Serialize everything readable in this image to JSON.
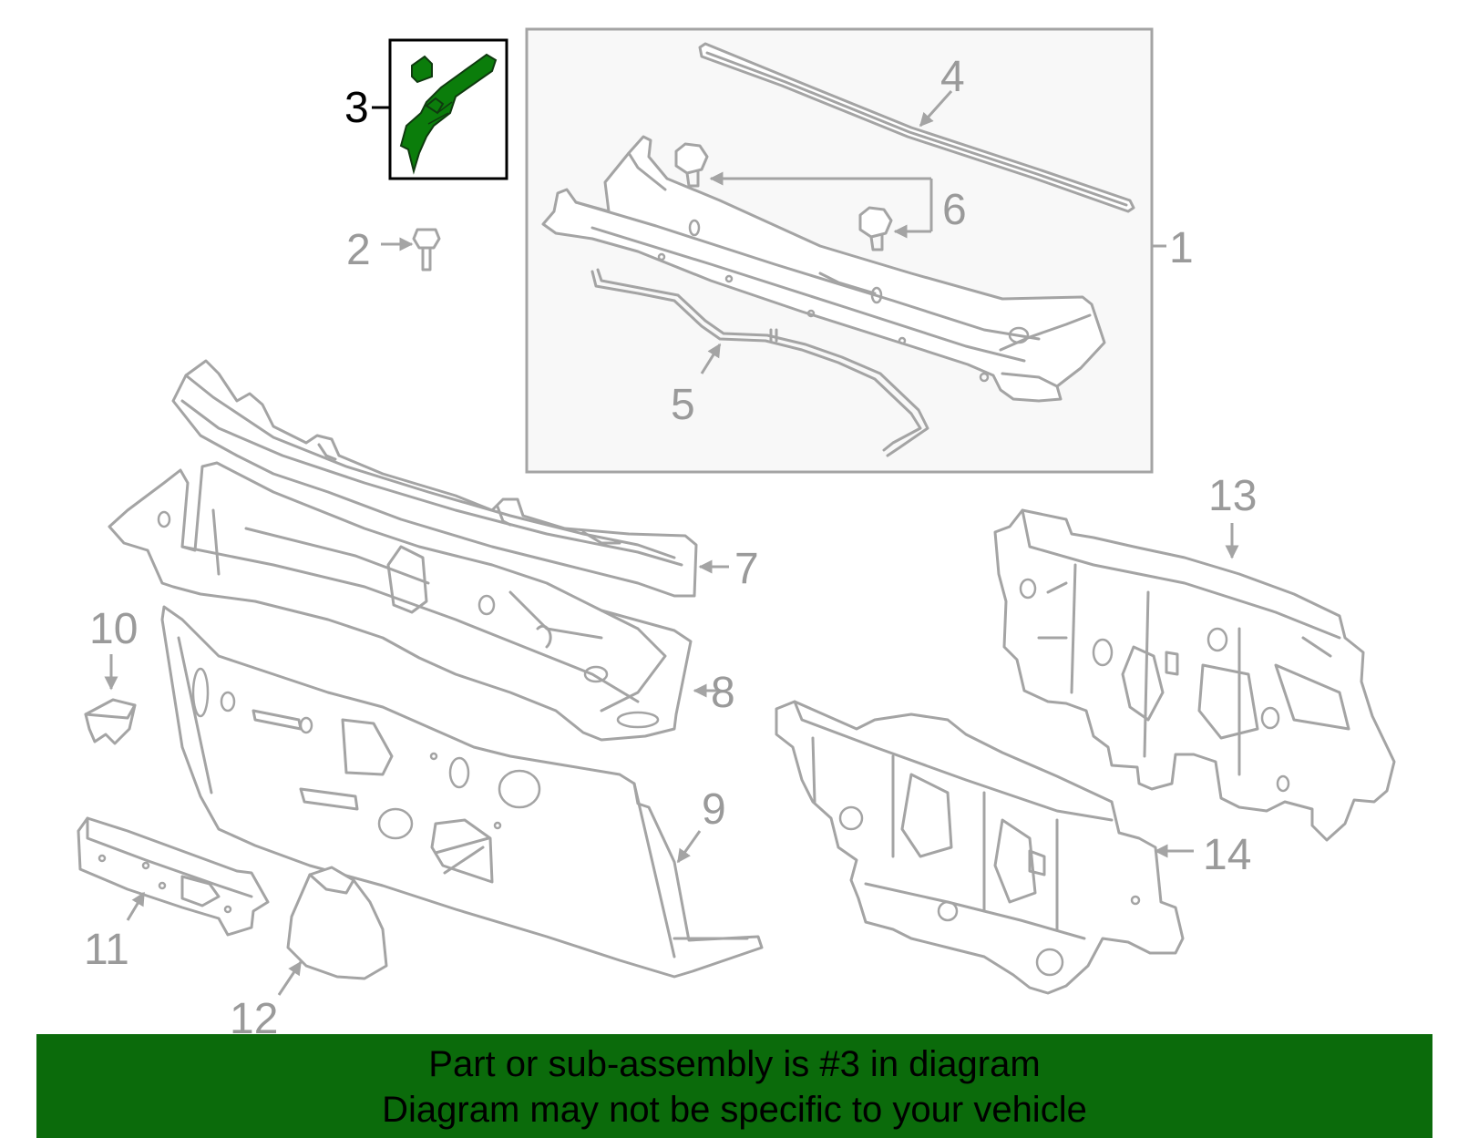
{
  "callouts": {
    "c1": "1",
    "c2": "2",
    "c3": "3",
    "c4": "4",
    "c5": "5",
    "c6": "6",
    "c7": "7",
    "c8": "8",
    "c9": "9",
    "c10": "10",
    "c11": "11",
    "c12": "12",
    "c13": "13",
    "c14": "14"
  },
  "highlight": {
    "part": "3",
    "color": "#0b7d0b"
  },
  "banner": {
    "line1": "Part or sub-assembly is #3 in diagram",
    "line2": "Diagram may not be specific to your vehicle",
    "color": "#0b6b0b"
  }
}
